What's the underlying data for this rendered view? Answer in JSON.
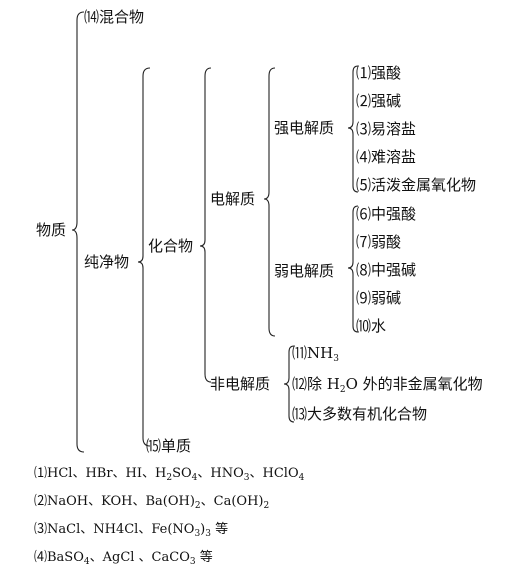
{
  "tree": {
    "root": "物质",
    "mixture": "⒁混合物",
    "pure": "纯净物",
    "compound": "化合物",
    "simple": "⒂单质",
    "electrolyte": "电解质",
    "nonelectrolyte": "非电解质",
    "strong": "强电解质",
    "weak": "弱电解质",
    "strong_items": [
      "⑴强酸",
      "⑵强碱",
      "⑶易溶盐",
      "⑷难溶盐",
      "⑸活泼金属氧化物"
    ],
    "weak_items": [
      "⑹中强酸",
      "⑺弱酸",
      "⑻中强碱",
      "⑼弱碱",
      "⑽水"
    ],
    "non_items": {
      "i11": {
        "num": "⑾",
        "a": "NH",
        "s": "3"
      },
      "i12": {
        "num": "⑿",
        "a": "除 H",
        "s": "2",
        "b": "O 外的非金属氧化物"
      },
      "i13": {
        "num": "⒀",
        "a": "大多数有机化合物"
      }
    }
  },
  "notes": {
    "n1": {
      "p": [
        "⑴HCl、HBr、HI、H",
        "SO",
        "、HNO",
        "、HClO"
      ],
      "s": [
        "2",
        "4",
        "3",
        "4"
      ]
    },
    "n2": {
      "p": [
        "⑵NaOH、KOH、Ba(OH)",
        "、Ca(OH)"
      ],
      "s": [
        "2",
        "2"
      ]
    },
    "n3": {
      "p": [
        "⑶NaCl、NH4Cl、Fe(NO",
        ")",
        " 等"
      ],
      "s": [
        "3",
        "3"
      ]
    },
    "n4": {
      "p": [
        "⑷BaSO",
        "、AgCl 、CaCO",
        " 等"
      ],
      "s": [
        "4",
        "3"
      ]
    }
  }
}
